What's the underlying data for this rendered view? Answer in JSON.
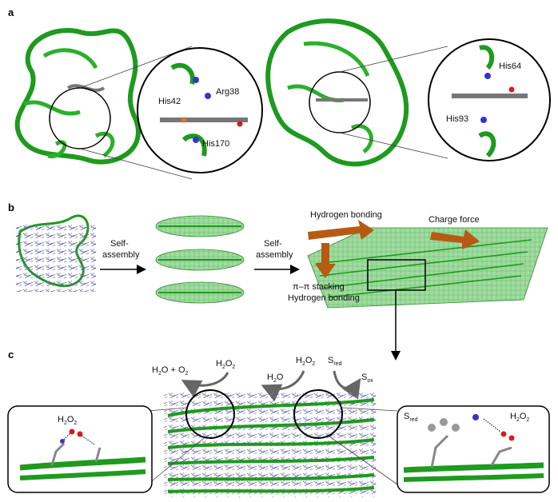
{
  "figure": {
    "panels": [
      "a",
      "b",
      "c"
    ],
    "panel_a": {
      "left_labels": [
        "His42",
        "Arg38",
        "His170"
      ],
      "right_labels": [
        "His64",
        "His93"
      ]
    },
    "panel_b": {
      "arrow1_label": [
        "Self-",
        "assembly"
      ],
      "arrow2_label": [
        "Self-",
        "assembly"
      ],
      "hydrogen_bonding": "Hydrogen bonding",
      "charge_force": "Charge force",
      "pi_stacking": "π–π stacking",
      "hydrogen_bonding_2": "Hydrogen bonding"
    },
    "panel_c": {
      "reaction1_product": "H2O + O2",
      "reaction1_substrate": "H2O2",
      "reaction2_product": "H2O",
      "reaction2_substrate": "H2O2",
      "sred": "Sred",
      "sox": "Sox",
      "left_inset_label": "H2O2",
      "right_inset_sred": "Sred",
      "right_inset_h2o2": "H2O2"
    },
    "colors": {
      "protein_green": "#1e9a1e",
      "arrow_orange": "#b85a14",
      "mesh_green": "#7fcf7f"
    }
  }
}
